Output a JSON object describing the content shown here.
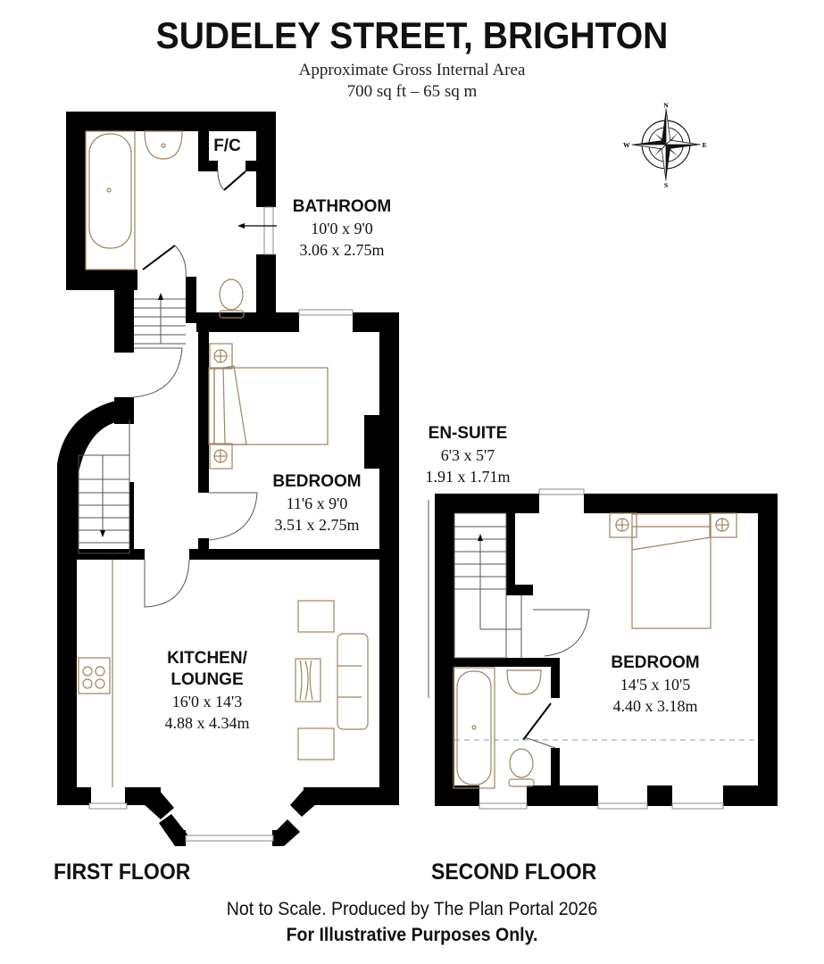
{
  "header": {
    "title": "SUDELEY STREET, BRIGHTON",
    "area_label": "Approximate Gross Internal Area",
    "area_value": "700 sq ft – 65 sq m"
  },
  "compass": {
    "n": "N",
    "e": "E",
    "s": "S",
    "w": "W"
  },
  "floors": [
    {
      "label": "FIRST FLOOR",
      "rooms": [
        {
          "name": "BATHROOM",
          "imperial": "10'0 x 9'0",
          "metric": "3.06 x 2.75m"
        },
        {
          "name": "F/C"
        },
        {
          "name": "BEDROOM",
          "imperial": "11'6 x 9'0",
          "metric": "3.51 x 2.75m"
        },
        {
          "name_line1": "KITCHEN/",
          "name_line2": "LOUNGE",
          "imperial": "16'0 x 14'3",
          "metric": "4.88 x 4.34m"
        }
      ]
    },
    {
      "label": "SECOND FLOOR",
      "rooms": [
        {
          "name": "EN-SUITE",
          "imperial": "6'3 x 5'7",
          "metric": "1.91 x 1.71m"
        },
        {
          "name": "BEDROOM",
          "imperial": "14'5 x 10'5",
          "metric": "4.40 x 3.18m"
        }
      ]
    }
  ],
  "footer": {
    "disclaimer": "Not to Scale. Produced by The Plan Portal 2026",
    "note": "For Illustrative Purposes Only."
  },
  "colors": {
    "wall": "#000000",
    "fixture": "#9c8462",
    "text": "#111111",
    "background": "#ffffff"
  }
}
